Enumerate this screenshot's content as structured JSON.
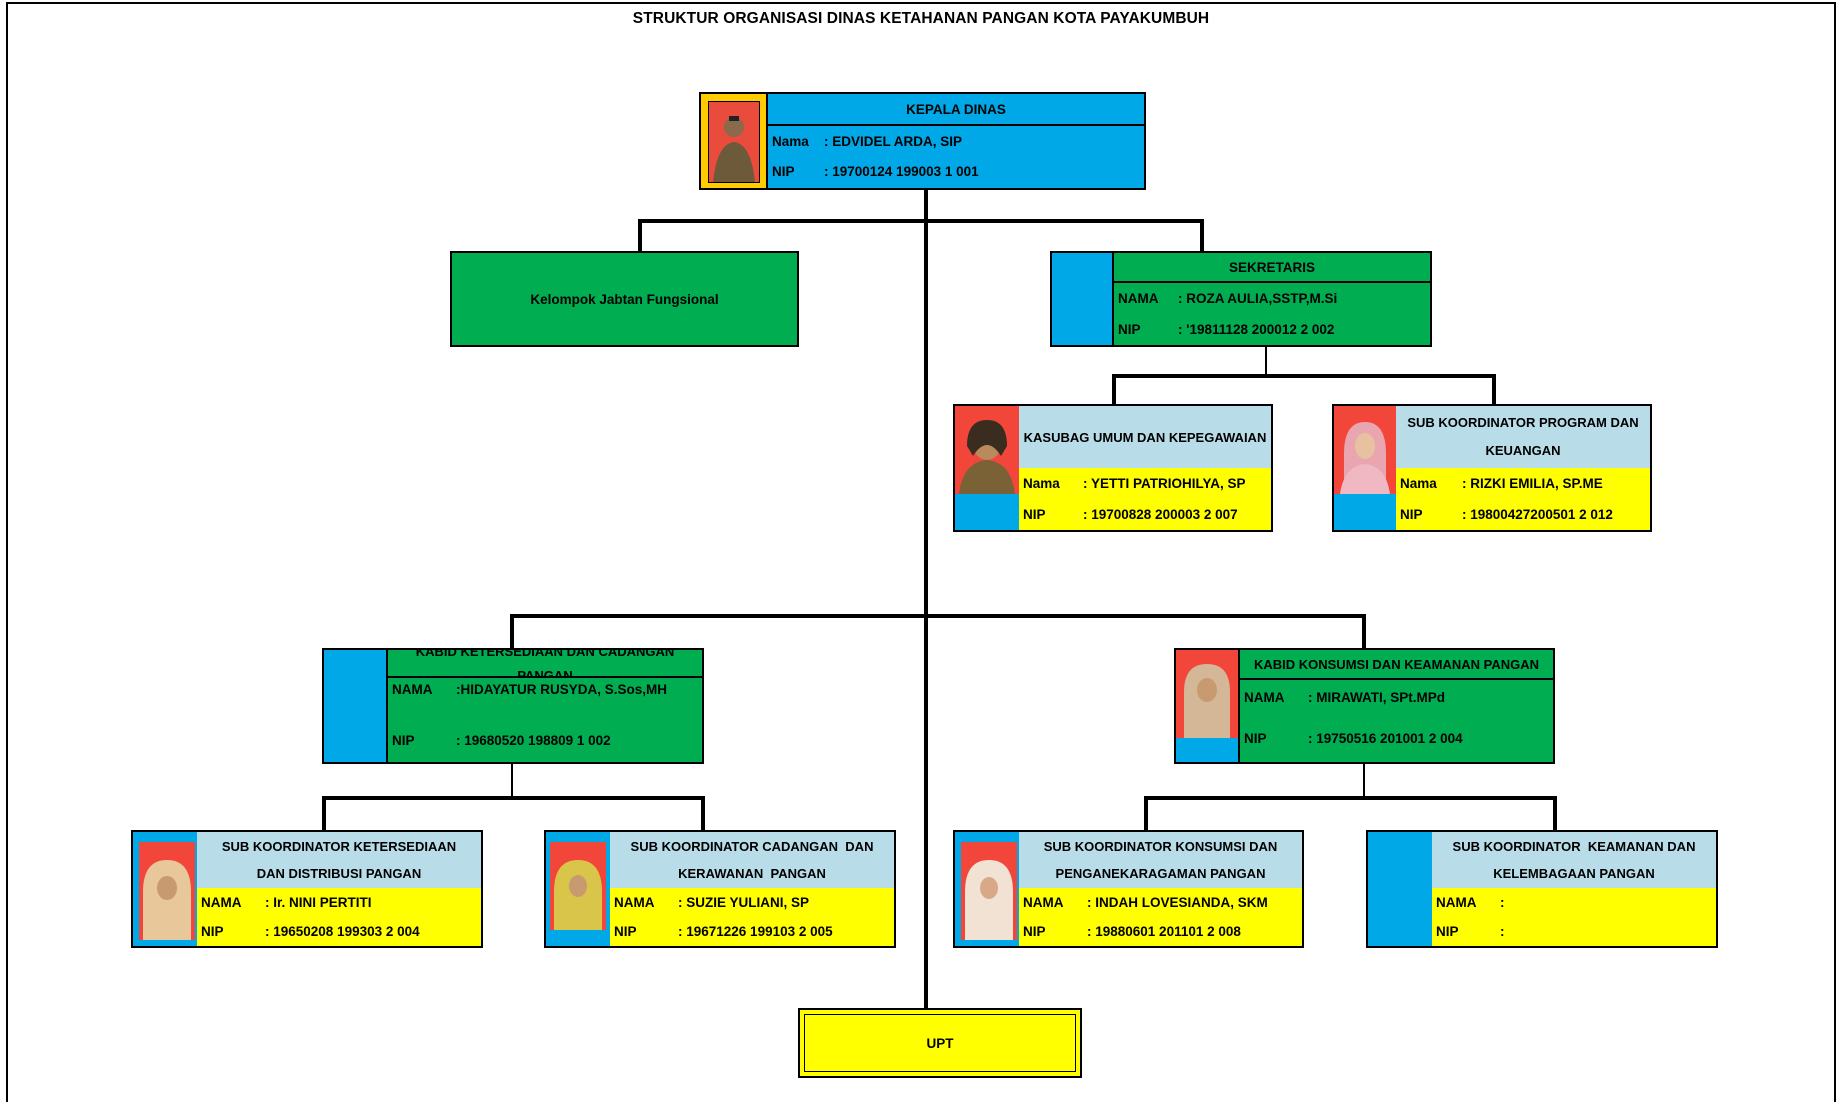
{
  "title": "STRUKTUR ORGANISASI DINAS KETAHANAN PANGAN KOTA PAYAKUMBUH",
  "kepala": {
    "header": "KEPALA DINAS",
    "nama_label": "Nama",
    "nama_value": ": EDVIDEL ARDA, SIP",
    "nip_label": "NIP",
    "nip_value": ": 19700124 199003 1 001"
  },
  "fungsional": {
    "label": "Kelompok Jabtan Fungsional"
  },
  "sekretaris": {
    "header": "SEKRETARIS",
    "nama_label": "NAMA",
    "nama_value": ": ROZA AULIA,SSTP,M.Si",
    "nip_label": "NIP",
    "nip_value": ": '19811128 200012 2 002"
  },
  "kasubag": {
    "header": "KASUBAG UMUM DAN KEPEGAWAIAN",
    "nama_label": "Nama",
    "nama_value": ": YETTI PATRIOHILYA, SP",
    "nip_label": "NIP",
    "nip_value": ": 19700828 200003 2 007"
  },
  "program": {
    "header_1": "SUB KOORDINATOR PROGRAM DAN",
    "header_2": "KEUANGAN",
    "nama_label": "Nama",
    "nama_value": ": RIZKI EMILIA, SP.ME",
    "nip_label": "NIP",
    "nip_value": ": 19800427200501 2 012"
  },
  "kabid_ketersediaan": {
    "header_1": "KABID KETERSEDIAAN DAN CADANGAN",
    "header_2": "PANGAN",
    "nama_label": "NAMA",
    "nama_value": ":HIDAYATUR RUSYDA, S.Sos,MH",
    "nip_label": "NIP",
    "nip_value": ": 19680520 198809 1 002"
  },
  "kabid_konsumsi": {
    "header": "KABID KONSUMSI DAN KEAMANAN PANGAN",
    "nama_label": "NAMA",
    "nama_value": ": MIRAWATI, SPt.MPd",
    "nip_label": "NIP",
    "nip_value": ": 19750516 201001 2 004"
  },
  "sub_ketersediaan": {
    "header_1": "SUB KOORDINATOR KETERSEDIAAN",
    "header_2": "DAN DISTRIBUSI PANGAN",
    "nama_label": "NAMA",
    "nama_value": ": Ir. NINI PERTITI",
    "nip_label": "NIP",
    "nip_value": ": 19650208 199303 2 004"
  },
  "sub_cadangan": {
    "header_1": "SUB KOORDINATOR CADANGAN  DAN",
    "header_2": "KERAWANAN  PANGAN",
    "nama_label": "NAMA",
    "nama_value": ": SUZIE YULIANI, SP",
    "nip_label": "NIP",
    "nip_value": ": 19671226 199103 2 005"
  },
  "sub_konsumsi": {
    "header_1": "SUB KOORDINATOR KONSUMSI DAN",
    "header_2": "PENGANEKARAGAMAN PANGAN",
    "nama_label": "NAMA",
    "nama_value": ": INDAH LOVESIANDA, SKM",
    "nip_label": "NIP",
    "nip_value": ": 19880601 201101 2 008"
  },
  "sub_keamanan": {
    "header_1": "SUB KOORDINATOR  KEAMANAN DAN",
    "header_2": "KELEMBAGAAN PANGAN",
    "nama_label": "NAMA",
    "nama_value": ":",
    "nip_label": "NIP",
    "nip_value": ":"
  },
  "upt": {
    "label": "UPT"
  },
  "colors": {
    "blue": "#00a8e8",
    "green": "#00ad50",
    "yellow": "#ffff00",
    "light_blue": "#b9dde8",
    "photo_red": "#f3463a"
  }
}
